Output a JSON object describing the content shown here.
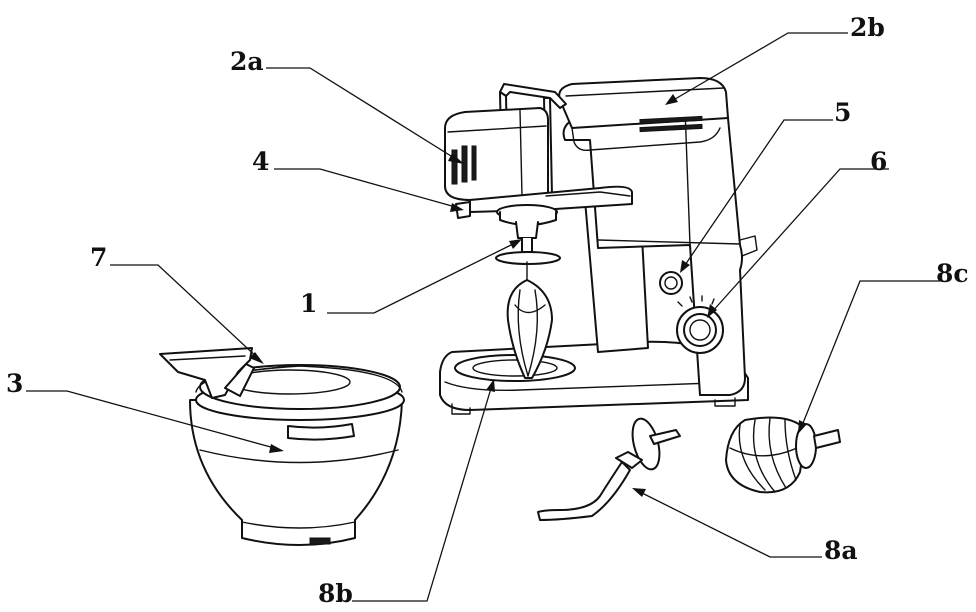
{
  "diagram": {
    "callouts": [
      {
        "id": "1",
        "label": "1"
      },
      {
        "id": "2a",
        "label": "2a"
      },
      {
        "id": "2b",
        "label": "2b"
      },
      {
        "id": "3",
        "label": "3"
      },
      {
        "id": "4",
        "label": "4"
      },
      {
        "id": "5",
        "label": "5"
      },
      {
        "id": "6",
        "label": "6"
      },
      {
        "id": "7",
        "label": "7"
      },
      {
        "id": "8a",
        "label": "8a"
      },
      {
        "id": "8b",
        "label": "8b"
      },
      {
        "id": "8c",
        "label": "8c"
      }
    ],
    "colors": {
      "line": "#111111",
      "background": "#ffffff"
    }
  }
}
